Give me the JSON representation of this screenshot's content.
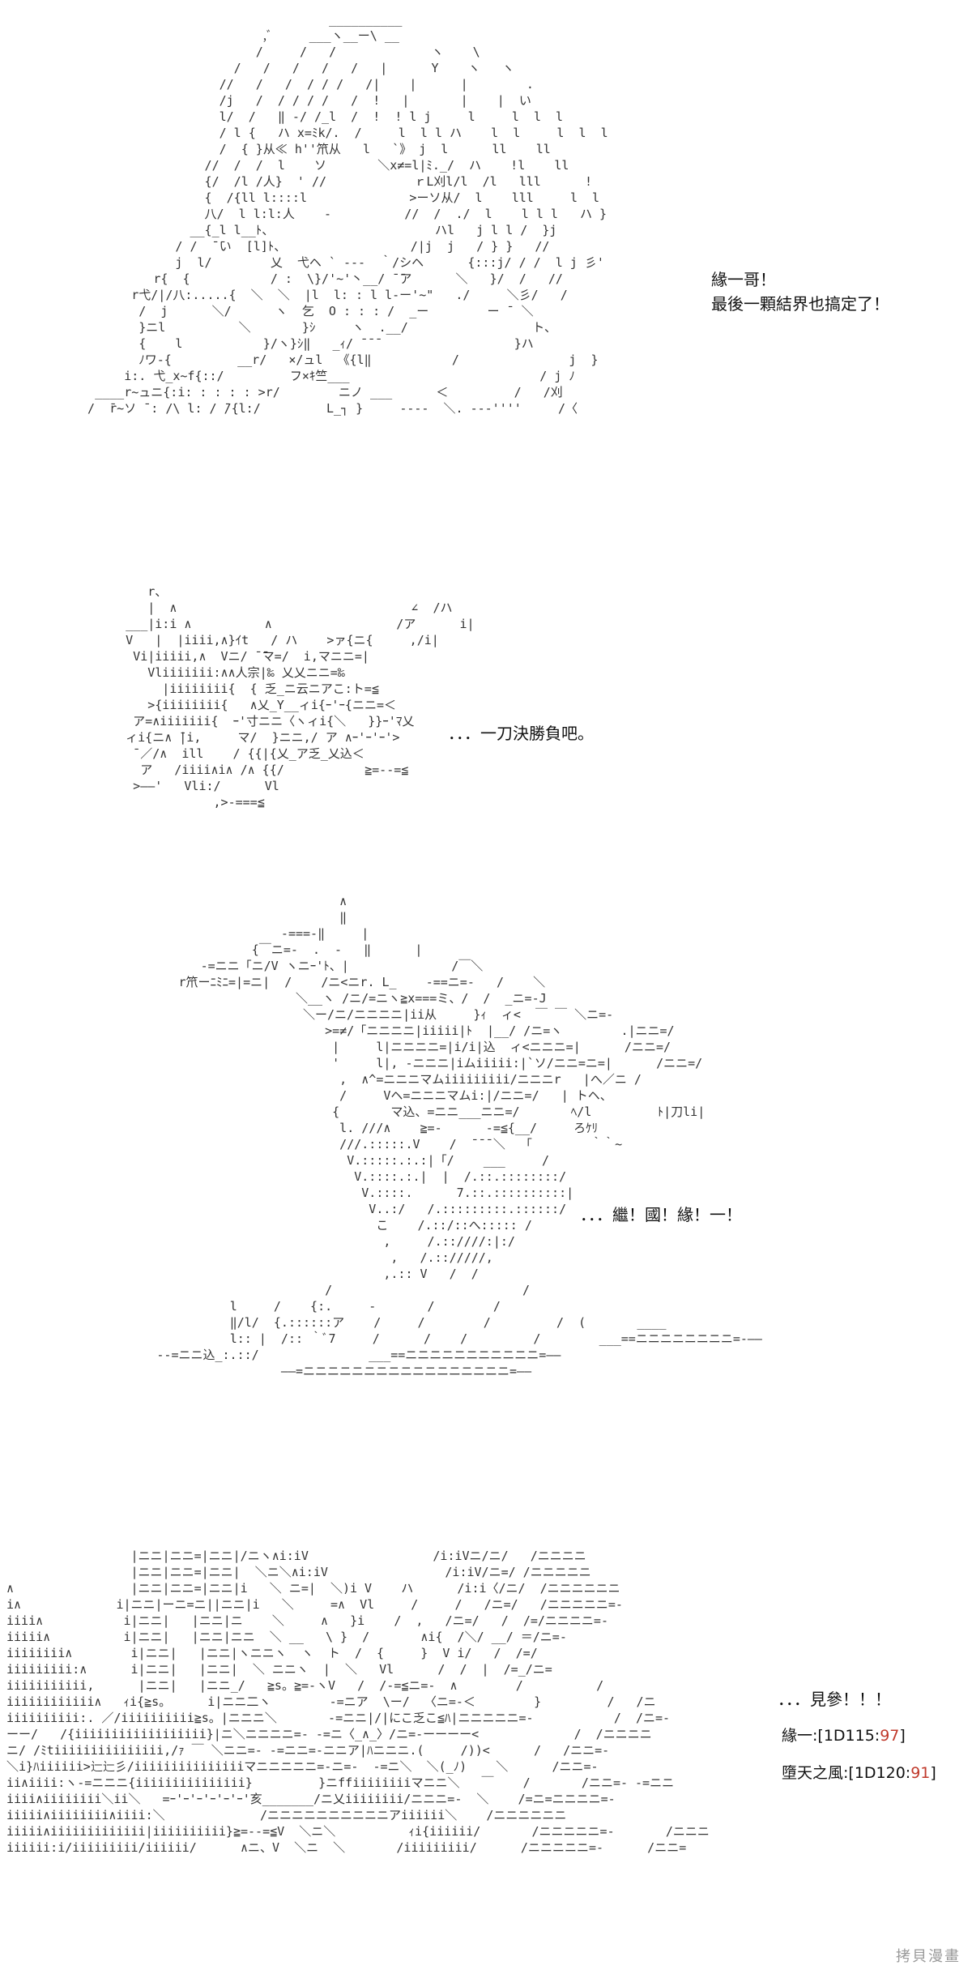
{
  "panels": [
    {
      "lines": [
        "緣一哥！",
        "最後一顆結界也搞定了！"
      ]
    },
    {
      "lines": [
        "．．．一刀決勝負吧。"
      ]
    },
    {
      "lines": [
        "．．．繼！國！緣！一！"
      ]
    },
    {
      "lines": [
        "．．．見參！！！"
      ],
      "rolls": [
        {
          "label": "緣一:",
          "open": "[1D115:",
          "value": "97",
          "close": "]"
        },
        {
          "label": "墮天之風:",
          "open": "[1D120:",
          "value": "91",
          "close": "]"
        }
      ]
    }
  ],
  "watermark": "拷貝漫畫",
  "colors": {
    "text": "#111111",
    "roll_value": "#c0392b",
    "watermark": "#9a9a9a"
  }
}
